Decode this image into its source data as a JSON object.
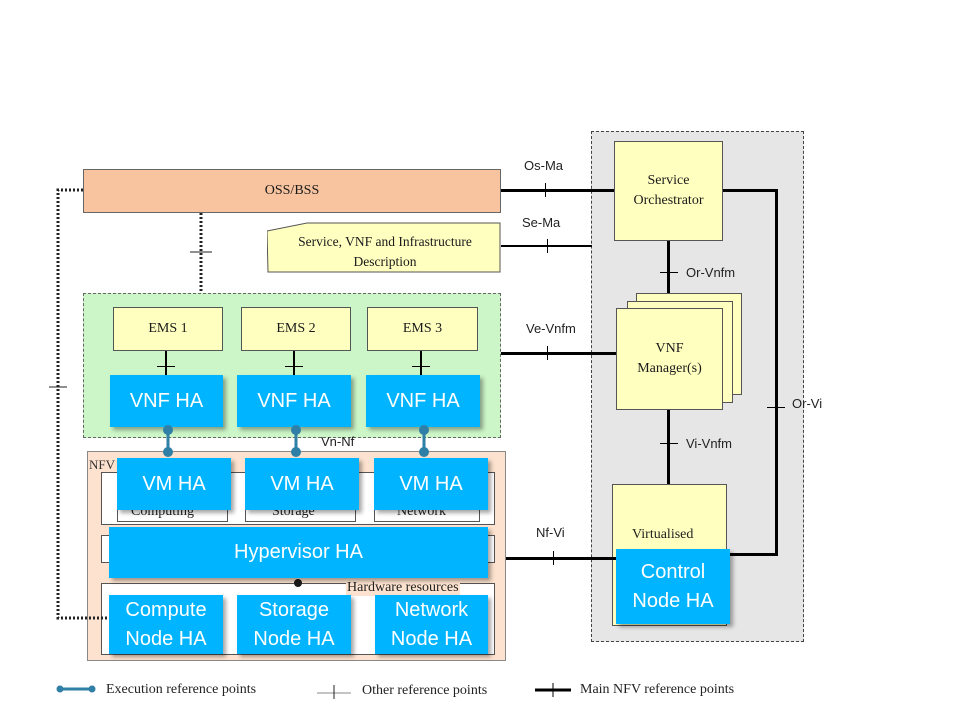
{
  "blocks": {
    "oss_bss": "OSS/BSS",
    "description": "Service, VNF and Infrastructure Description",
    "service_orchestrator": "Service Orchestrator",
    "vnf_manager": "VNF Manager(s)",
    "virtualised": "Virtualised",
    "ems": [
      "EMS 1",
      "EMS 2",
      "EMS 3"
    ],
    "nfvi_partial": "NFV",
    "computing_partial": "Computing",
    "storage_partial": "Storage",
    "network_partial": "Network",
    "hardware_resources": "Hardware resources"
  },
  "ha": {
    "vnf": [
      "VNF HA",
      "VNF HA",
      "VNF HA"
    ],
    "vm": [
      "VM HA",
      "VM HA",
      "VM HA"
    ],
    "hypervisor": "Hypervisor HA",
    "compute_node": "Compute Node HA",
    "storage_node": "Storage Node HA",
    "network_node": "Network Node HA",
    "control_node": "Control Node HA"
  },
  "reference_points": {
    "os_ma": "Os-Ma",
    "se_ma": "Se-Ma",
    "or_vnfm": "Or-Vnfm",
    "ve_vnfm": "Ve-Vnfm",
    "or_vi": "Or-Vi",
    "vi_vnfm": "Vi-Vnfm",
    "vn_nf": "Vn-Nf",
    "nf_vi": "Nf-Vi"
  },
  "legend": {
    "execution": "Execution reference points",
    "other": "Other reference points",
    "main": "Main NFV reference points"
  },
  "colors": {
    "ha_blue": "#00b4ff",
    "oss_orange": "#f8c4a0",
    "vnf_green": "#ccf5c8",
    "nfvi_peach": "#fde3cf",
    "mano_gray": "#e6e6e6",
    "box_yellow": "#ffffc0",
    "exec_point": "#2f7fa6"
  }
}
